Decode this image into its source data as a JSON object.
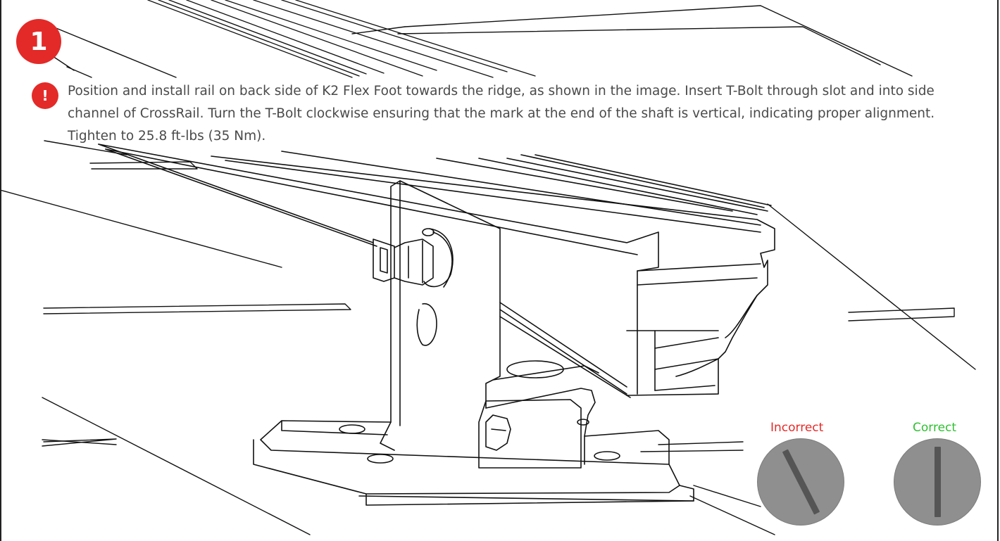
{
  "step": {
    "number": "1",
    "badge_color": "#e32a28"
  },
  "notice": {
    "icon": "exclamation-icon",
    "symbol": "!",
    "text": "Position and install rail on back side of K2 Flex Foot towards the ridge, as shown in the image. Insert T-Bolt through slot and into side channel of CrossRail. Turn the T-Bolt clockwise ensuring that the mark at the end of the shaft is vertical, indicating proper alignment. Tighten to 25.8 ft-lbs (35 Nm)."
  },
  "alignment": {
    "incorrect": {
      "label": "Incorrect",
      "color": "#e42a28",
      "slot_angle_deg": -27
    },
    "correct": {
      "label": "Correct",
      "color": "#2fc031",
      "slot_angle_deg": 0
    }
  },
  "colors": {
    "accent": "#e32a28",
    "text": "#4a4a4a",
    "dial": "#8f8f8f",
    "slot": "#555555",
    "line": "#111111"
  }
}
